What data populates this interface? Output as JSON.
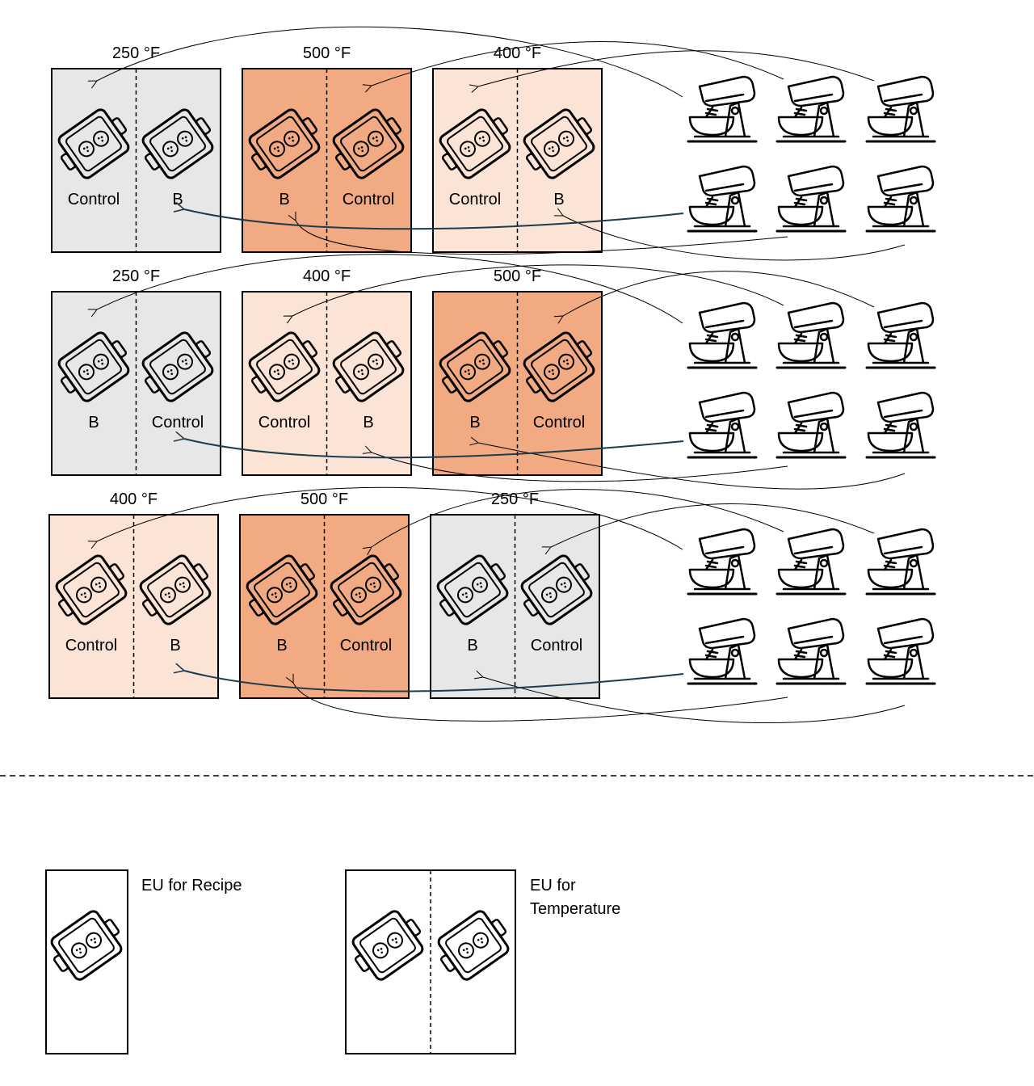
{
  "rows": [
    {
      "ovens": [
        {
          "temp_label": "250 °F",
          "fill": "#e7e7e7",
          "left_label": "Control",
          "right_label": "B"
        },
        {
          "temp_label": "500 °F",
          "fill": "#f1aa82",
          "left_label": "B",
          "right_label": "Control"
        },
        {
          "temp_label": "400 °F",
          "fill": "#fbe3d6",
          "left_label": "Control",
          "right_label": "B"
        }
      ]
    },
    {
      "ovens": [
        {
          "temp_label": "250 °F",
          "fill": "#e7e7e7",
          "left_label": "B",
          "right_label": "Control"
        },
        {
          "temp_label": "400 °F",
          "fill": "#fbe3d6",
          "left_label": "Control",
          "right_label": "B"
        },
        {
          "temp_label": "500 °F",
          "fill": "#f1aa82",
          "left_label": "B",
          "right_label": "Control"
        }
      ]
    },
    {
      "ovens": [
        {
          "temp_label": "400 °F",
          "fill": "#fbe3d6",
          "left_label": "Control",
          "right_label": "B"
        },
        {
          "temp_label": "500 °F",
          "fill": "#f1aa82",
          "left_label": "B",
          "right_label": "Control"
        },
        {
          "temp_label": "250 °F",
          "fill": "#e7e7e7",
          "left_label": "B",
          "right_label": "Control"
        }
      ]
    }
  ],
  "legend": {
    "recipe_label": "EU for Recipe",
    "temperature_label_line1": "EU for",
    "temperature_label_line2": "Temperature"
  },
  "icons": {
    "pan": "baking-pan-icon",
    "mixer": "stand-mixer-icon"
  },
  "colors": {
    "stroke": "#000000",
    "highlight_arrow": "#1f3a4a"
  }
}
